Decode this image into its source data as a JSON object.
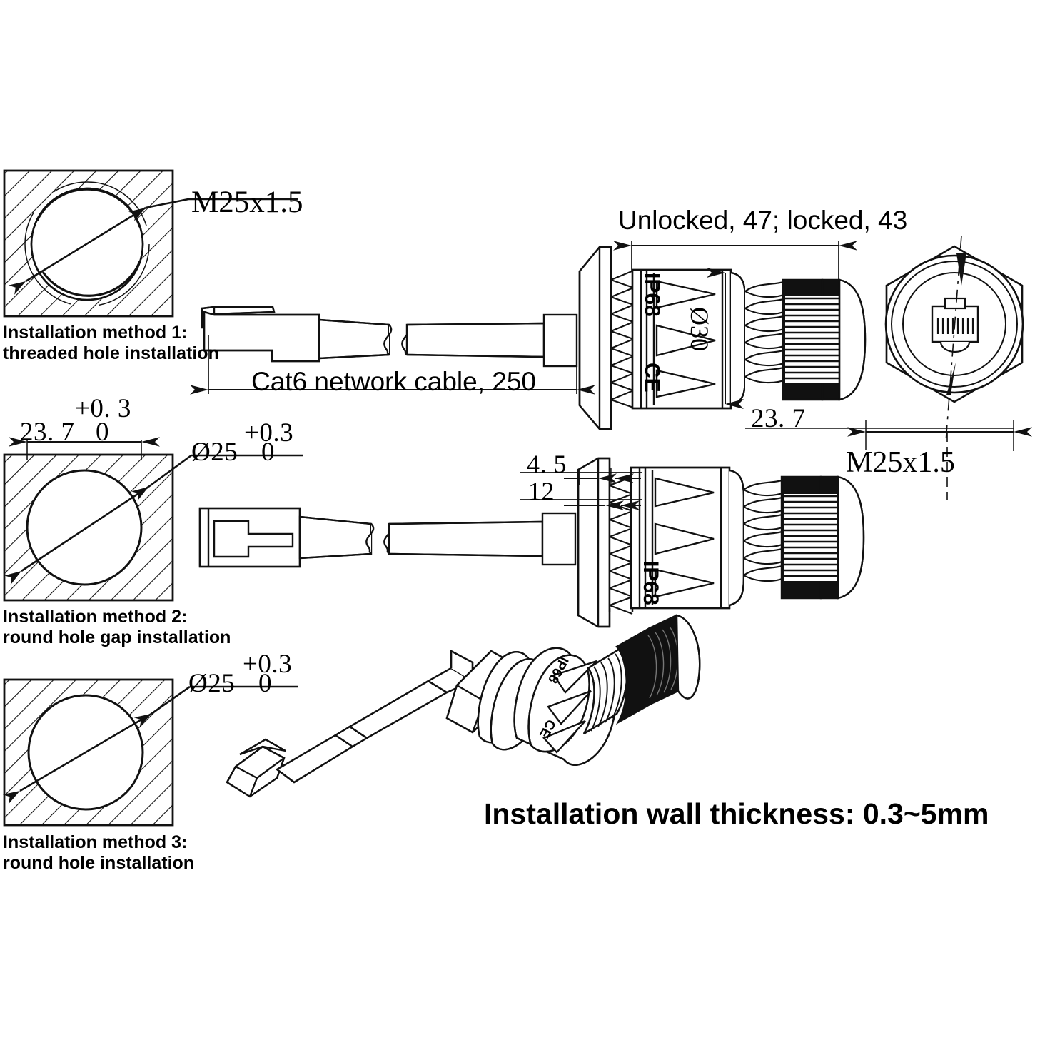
{
  "drawing": {
    "title_implicit": "IP68 waterproof RJ45 Cat6 panel-mount connector installation drawing",
    "background_color": "#ffffff",
    "line_color": "#000000"
  },
  "installation_methods": [
    {
      "id": 1,
      "label_line1": "Installation method 1:",
      "label_line2": "threaded hole installation",
      "callout": "M25x1.5",
      "callout_tolerance_upper": "",
      "callout_tolerance_lower": "",
      "width_dim": ""
    },
    {
      "id": 2,
      "label_line1": "Installation method 2:",
      "label_line2": "round hole gap installation",
      "callout": "Ø25",
      "callout_tolerance_upper": "+0.3",
      "callout_tolerance_lower": "0",
      "width_dim": "23. 7",
      "width_tolerance_upper": "+0. 3",
      "width_tolerance_lower": "0"
    },
    {
      "id": 3,
      "label_line1": "Installation method 3:",
      "label_line2": "round hole installation",
      "callout": "Ø25",
      "callout_tolerance_upper": "+0.3",
      "callout_tolerance_lower": "0",
      "width_dim": ""
    }
  ],
  "dimensions": {
    "overall_lock": "Unlocked, 47; locked, 43",
    "cable": "Cat6 network cable, 250",
    "body_height": "23. 7",
    "front_thread": "M25x1.5",
    "panel_thickness": "4. 5",
    "thread_length": "12",
    "cap_diameter": "Ø30"
  },
  "markings": {
    "ip_rating": "IP68",
    "certification": "CE",
    "diameter_mark": "Ø30"
  },
  "notes": {
    "wall_thickness": "Installation wall thickness: 0.3~5mm"
  }
}
